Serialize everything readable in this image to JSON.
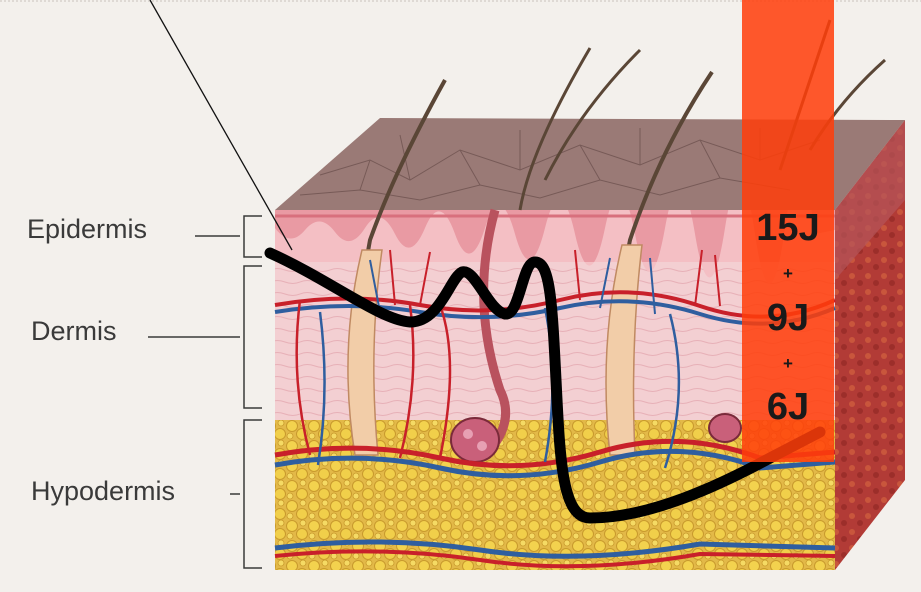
{
  "labels": {
    "epidermis": "Epidermis",
    "dermis": "Dermis",
    "hypodermis": "Hypodermis"
  },
  "energy": {
    "first": "15J",
    "plus_1": "+",
    "second": "9J",
    "plus_2": "+",
    "third": "6J"
  },
  "colors": {
    "epidermis_top": "#9a7a76",
    "epidermis_front": "#e99aa3",
    "dermis": "#f2cdd0",
    "hypodermis": "#e7c250",
    "fat_lobule": "#f1cf47",
    "artery": "#c8202a",
    "vein": "#2f5e9f",
    "hair": "#5a4636",
    "energy_panel": "#ff3e0a",
    "probe_line": "#000000"
  }
}
